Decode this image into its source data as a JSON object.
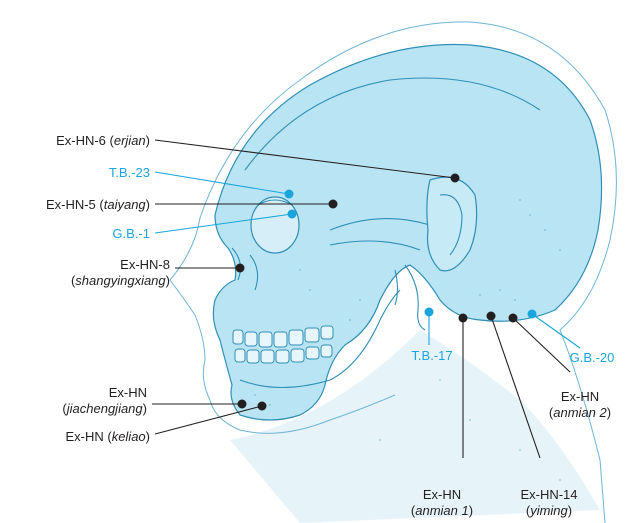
{
  "colors": {
    "skull_fill": "#b9e4f3",
    "skull_outline": "#2f8fb8",
    "label_black": "#231f20",
    "label_blue": "#1aa6dc",
    "point_black": "#231f20",
    "point_blue": "#1aa6dc"
  },
  "labels": {
    "ex_hn_6": {
      "code": "Ex-HN-6",
      "name": "erjian"
    },
    "tb_23": {
      "code": "T.B.-23"
    },
    "ex_hn_5": {
      "code": "Ex-HN-5",
      "name": "taiyang"
    },
    "gb_1": {
      "code": "G.B.-1"
    },
    "ex_hn_8": {
      "code": "Ex-HN-8",
      "name": "shangyingxiang"
    },
    "ex_hn_jiacheng": {
      "code": "Ex-HN",
      "name": "jiachengjiang"
    },
    "ex_hn_keliao": {
      "code": "Ex-HN",
      "name": "keliao"
    },
    "tb_17": {
      "code": "T.B.-17"
    },
    "gb_20": {
      "code": "G.B.-20"
    },
    "ex_hn_anmian2": {
      "code": "Ex-HN",
      "name": "anmian 2"
    },
    "ex_hn_anmian1": {
      "code": "Ex-HN",
      "name": "anmian 1"
    },
    "ex_hn_14": {
      "code": "Ex-HN-14",
      "name": "yiming"
    }
  }
}
